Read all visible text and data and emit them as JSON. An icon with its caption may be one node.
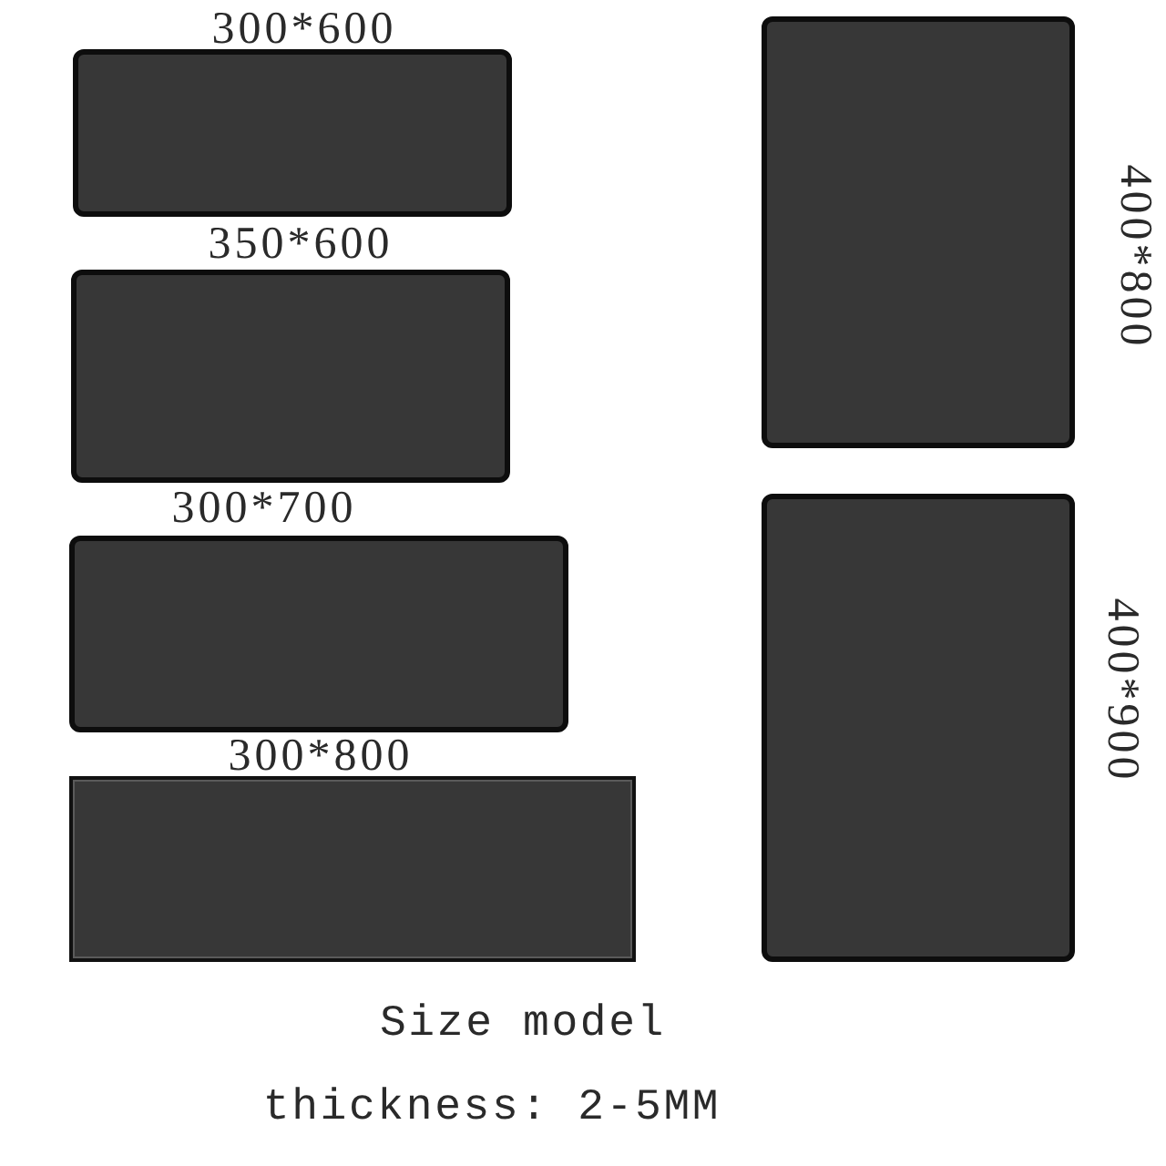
{
  "diagram": {
    "nodes": [
      {
        "text": [
          "300*600"
        ]
      },
      {
        "text": [
          "350*600"
        ]
      },
      {
        "text": [
          "300*700"
        ]
      },
      {
        "text": [
          "300*800"
        ]
      },
      {
        "text": [
          "400*800"
        ]
      },
      {
        "text": [
          "400*900"
        ]
      }
    ],
    "labels": [
      "Size model",
      "thickness: 2-5MM"
    ]
  }
}
